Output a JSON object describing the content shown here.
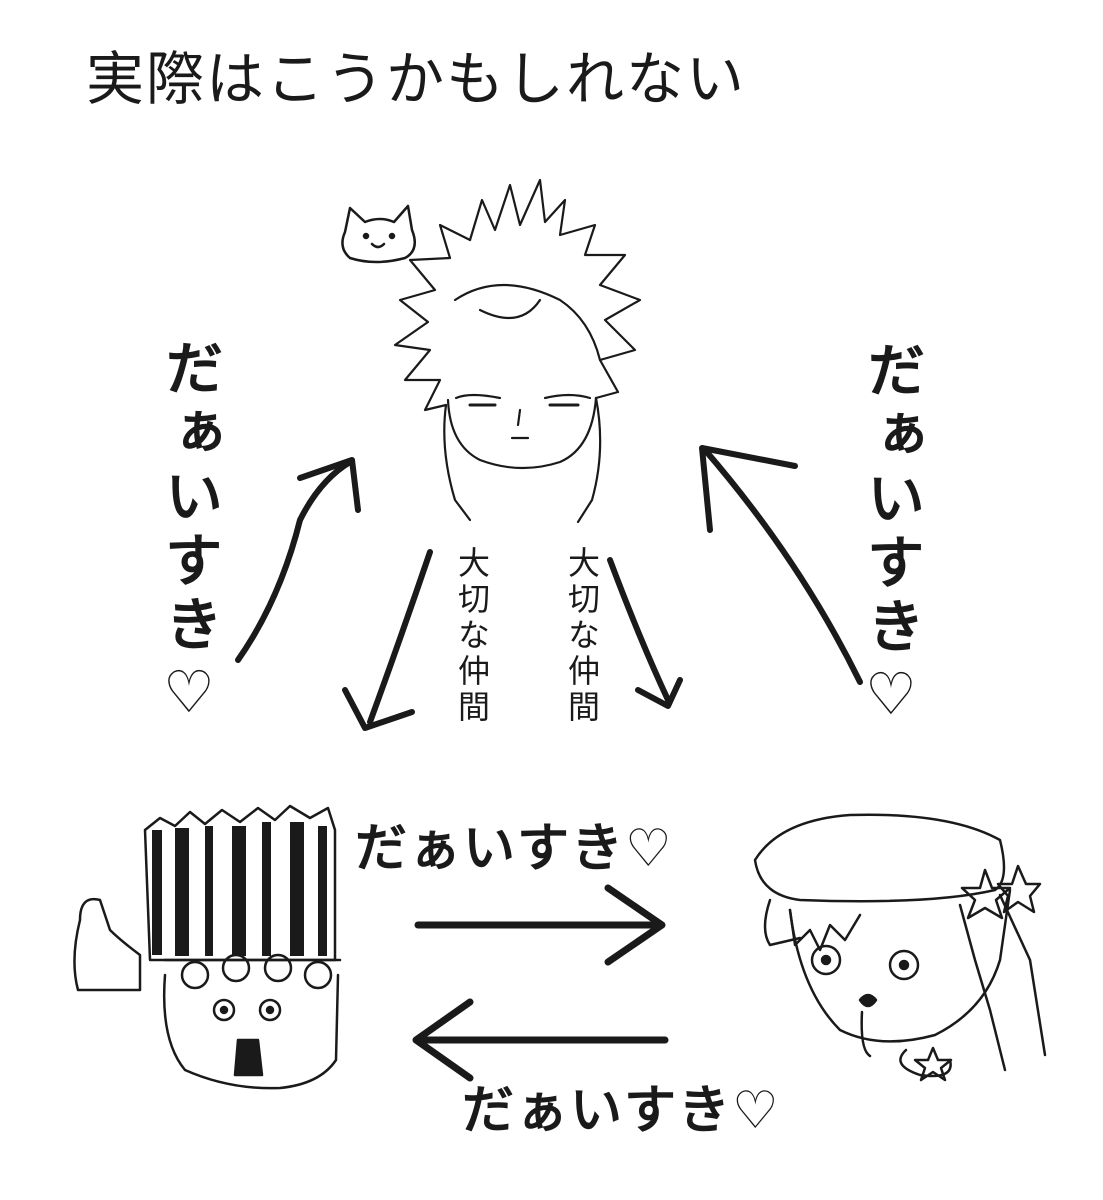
{
  "title": "実際はこうかもしれない",
  "labels": {
    "left_vertical": "だぁいすき♡",
    "right_vertical": "だぁいすき♡",
    "mid_left_vertical": "大切な仲間",
    "mid_right_vertical": "大切な仲間",
    "bottom_top": "だぁいすき♡",
    "bottom_bottom": "だぁいすき♡"
  }
}
